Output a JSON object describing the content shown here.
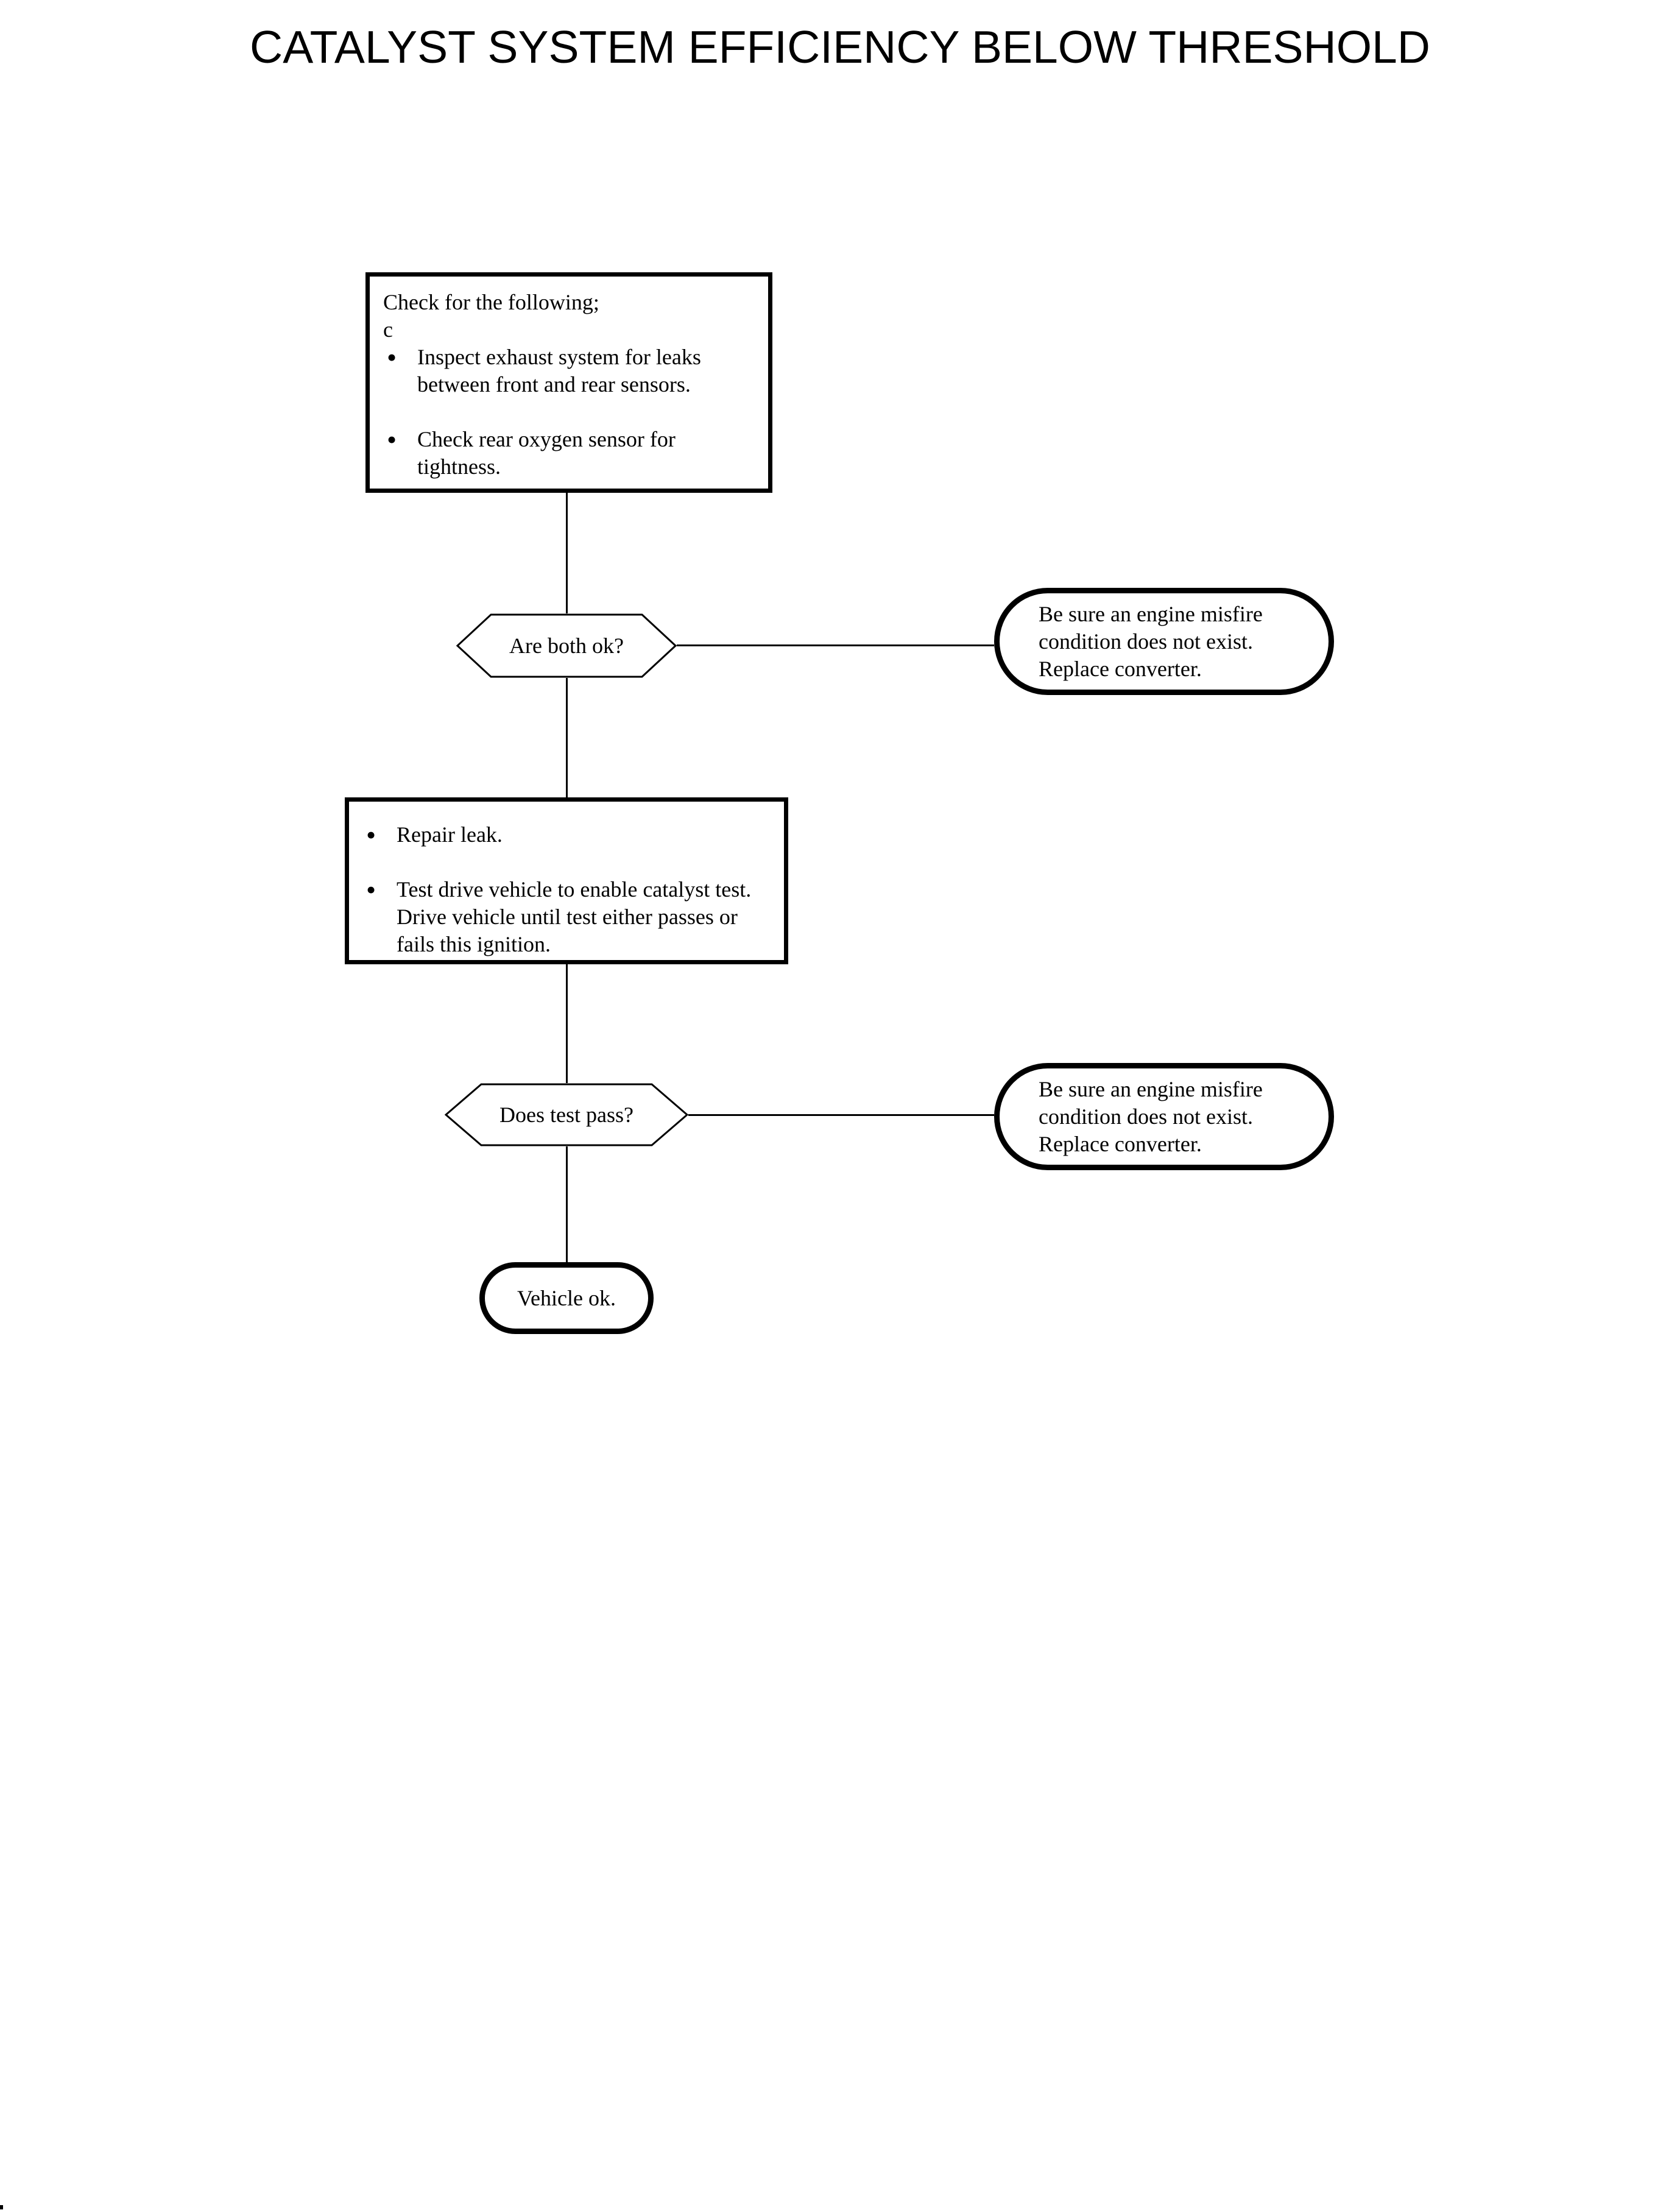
{
  "page": {
    "title": "CATALYST SYSTEM EFFICIENCY BELOW THRESHOLD"
  },
  "colors": {
    "ink": "#000000",
    "paper": "#ffffff"
  },
  "nodes": {
    "check_box": {
      "intro": "Check for the following;",
      "stray": "c",
      "bullet_marker": "•",
      "bullets": [
        "Inspect exhaust system for leaks between front and rear sensors.",
        "Check rear oxygen sensor for tightness."
      ]
    },
    "decision_both": {
      "label": "Are both ok?"
    },
    "misfire1": {
      "lines": [
        "Be sure an engine misfire",
        "condition does not exist.",
        "Replace converter."
      ]
    },
    "repair_box": {
      "bullet_marker": "•",
      "bullets": [
        "Repair leak.",
        "Test drive vehicle to enable catalyst test. Drive vehicle until test either passes or fails this ignition."
      ]
    },
    "decision_pass": {
      "label": "Does test pass?"
    },
    "misfire2": {
      "lines": [
        "Be sure an engine misfire",
        "condition does not exist.",
        "Replace converter."
      ]
    },
    "terminal": {
      "label": "Vehicle ok."
    }
  }
}
